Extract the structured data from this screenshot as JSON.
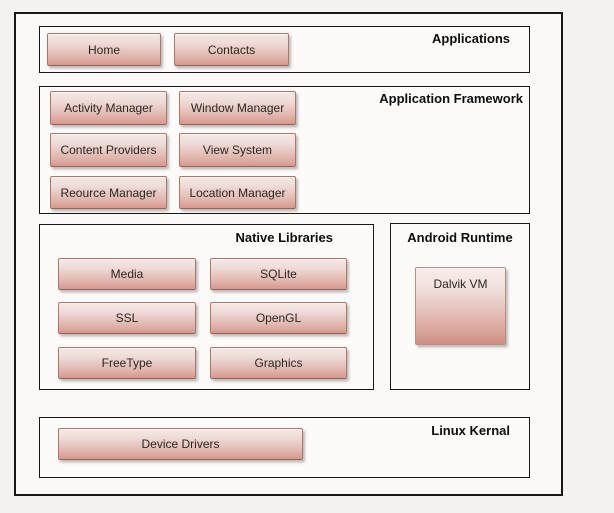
{
  "sections": {
    "applications": {
      "title": "Applications",
      "items": [
        "Home",
        "Contacts"
      ]
    },
    "framework": {
      "title": "Application Framework",
      "items": [
        "Activity Manager",
        "Window Manager",
        "Content Providers",
        "View System",
        "Reource Manager",
        "Location Manager"
      ]
    },
    "native": {
      "title": "Native Libraries",
      "items": [
        "Media",
        "SQLite",
        "SSL",
        "OpenGL",
        "FreeType",
        "Graphics"
      ]
    },
    "runtime": {
      "title": "Android Runtime",
      "items": [
        "Dalvik VM"
      ]
    },
    "kernel": {
      "title": "Linux Kernal",
      "items": [
        "Device Drivers"
      ]
    }
  },
  "colors": {
    "page_background": "#f4f2ef",
    "frame_border": "#181818",
    "node_gradient_top": "#f5e9e6",
    "node_gradient_bottom": "#d6988f",
    "node_border": "#ae7669",
    "node_text": "#2b2723",
    "title_text": "#0d0d0d"
  }
}
